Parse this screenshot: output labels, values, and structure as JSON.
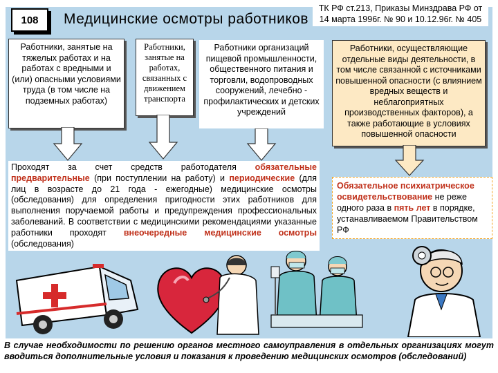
{
  "header": {
    "slide_number": "108",
    "title": "Медицинские осмотры работников",
    "reference": "ТК РФ ст.213, Приказы Минздрава РФ от 14 марта 1996г. № 90 и 10.12.96г. № 405"
  },
  "categories": {
    "box1": "Работники, занятые на тяжелых работах и на работах с вредными и (или) опасными условиями труда (в том числе на подземных работах)",
    "box2": "Работники, занятые на работах, связанных с движением транспорта",
    "box3": "Работники организаций пищевой промышленности, общественного питания и торговли, водопроводных сооружений, лечебно - профилактических и детских учреждений",
    "box4": "Работники, осуществляющие отдельные виды деятельности, в том числе связанной с источниками повышенной опасности (с влиянием вредных веществ и неблагоприятных производственных факторов), а также работающие в условиях повышенной опасности"
  },
  "main": {
    "p1": "Проходят за счет средств работодателя ",
    "h1": "обязательные предварительные",
    "p2": " (при поступлении на работу) и ",
    "h2": "периодические",
    "p3": " (для лиц в возрасте до 21 года - ежегодные) медицинские осмотры (обследования) для определения пригодности этих работников для выполнения поручаемой работы и предупреждения профессиональных заболеваний. В соответствии с медицинскими рекомендациями указанные работники проходят ",
    "h3": "внеочередные медицинские осмотры",
    "p4": " (обследования)"
  },
  "psych": {
    "h1": "Обязательное психиатрическое освидетельствование",
    "p1": " не реже одного раза в ",
    "h2": "пять лет",
    "p2": " в порядке, устанавливаемом Правительством РФ"
  },
  "footer": {
    "text": "В случае необходимости по решению органов местного самоуправления в отдельных организациях могут вводиться дополнительные условия и показания к проведению медицинских осмотров (обследований)"
  },
  "colors": {
    "frame": "#b8d6ea",
    "highlight": "#c0311b",
    "box4_fill": "#fde9c4"
  },
  "illustrations": [
    "ambulance-image",
    "heart-doctor-image",
    "surgeons-image",
    "doctor-head-mirror-image"
  ]
}
